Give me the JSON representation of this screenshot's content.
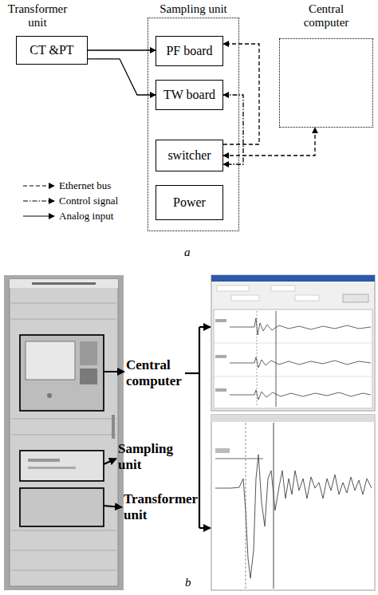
{
  "diagram": {
    "nodes": [
      {
        "text": [
          "CT &PT"
        ]
      },
      {
        "text": [
          "Sampling unit"
        ]
      },
      {
        "text": [
          "PF board"
        ],
        "in": 1
      },
      {
        "text": [
          "TW board"
        ],
        "in": 1
      },
      {
        "text": [
          "switcher"
        ],
        "in": 1
      },
      {
        "text": [
          "Power"
        ],
        "in": 1
      },
      {
        "text": [
          "Central computer"
        ]
      }
    ],
    "edges": [
      {
        "from": 0,
        "to": 2,
        "arrow": "to"
      },
      {
        "from": 0,
        "to": 3,
        "arrow": "to"
      },
      {
        "from": 4,
        "to": 2,
        "arrow": "to"
      },
      {
        "from": 3,
        "to": 4,
        "arrow": "both"
      },
      {
        "from": 4,
        "to": 6,
        "arrow": "both"
      }
    ],
    "labels": [
      "Transformer unit",
      "a",
      "Central computer",
      "Sampling unit",
      "Transformer unit",
      "b"
    ],
    "legend": [
      {
        "text": "Ethernet bus"
      },
      {
        "text": "Control signal"
      },
      {
        "text": "Analog input"
      }
    ]
  }
}
